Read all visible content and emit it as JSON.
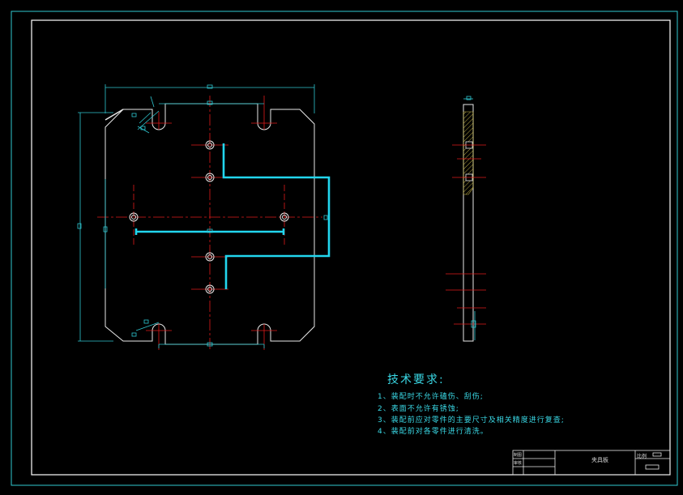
{
  "drawing": {
    "part_name": "夹具板",
    "title_block": {
      "scale_label": "比例",
      "row_label_1": "制图",
      "row_label_2": "审核"
    },
    "technical_requirements": {
      "title": "技术要求:",
      "items": [
        "1、装配时不允许磕伤、刮伤;",
        "2、表面不允许有锈蚀;",
        "3、装配前应对零件的主要尺寸及相关精度进行复查;",
        "4、装配前对各零件进行清洗。"
      ]
    },
    "colors": {
      "background": "#000000",
      "border": "#ffffff",
      "outer_frame": "#2fc7d1",
      "outline": "#e8e8e8",
      "centerline": "#e01a1a",
      "dimension": "#2fc7d1",
      "highlight": "#22d6ee",
      "hatch": "#c9b84a",
      "text": "#3ad9e6"
    }
  }
}
